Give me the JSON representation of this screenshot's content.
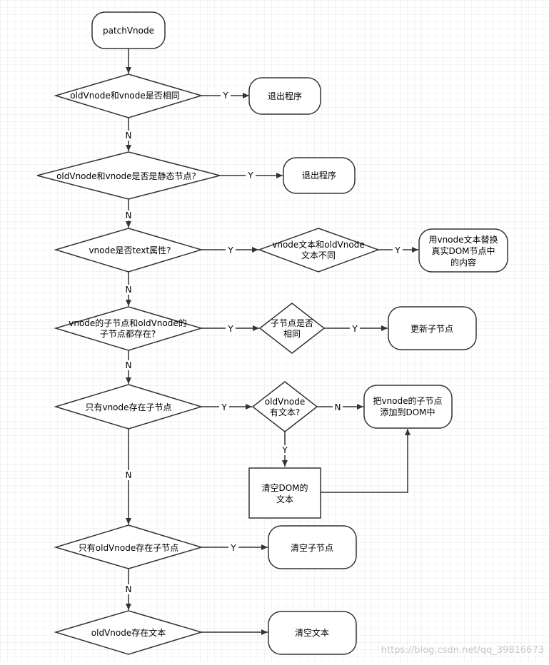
{
  "diagram": {
    "nodes": {
      "start": "patchVnode",
      "q_same": "oldVnode和vnode是否相同",
      "exit1": "退出程序",
      "q_static": "oldVnode和vnode是否是静态节点?",
      "exit2": "退出程序",
      "q_text": "vnode是否text属性?",
      "q_text_diff": [
        "vnode文本和oldVnode",
        "文本不同"
      ],
      "replace_text": [
        "用vnode文本替换",
        "真实DOM节点中",
        "的内容"
      ],
      "q_both_children": [
        "vnode的子节点和oldVnode的",
        "子节点都存在?"
      ],
      "q_children_same": [
        "子节点是否",
        "相同"
      ],
      "update_children": "更新子节点",
      "q_only_vnode_children": "只有vnode存在子节点",
      "q_old_has_text": [
        "oldVnode",
        "有文本?"
      ],
      "add_children": [
        "把vnode的子节点",
        "添加到DOM中"
      ],
      "clear_dom_text": [
        "清空DOM的",
        "文本"
      ],
      "q_only_old_children": "只有oldVnode存在子节点",
      "clear_children": "清空子节点",
      "q_old_text": "oldVnode存在文本",
      "clear_text": "清空文本"
    },
    "labels": {
      "yes": "Y",
      "no": "N"
    },
    "watermark": "https://blog.csdn.net/qq_39816673"
  },
  "colors": {
    "stroke": "#333333",
    "fill": "#ffffff",
    "text": "#000000"
  }
}
